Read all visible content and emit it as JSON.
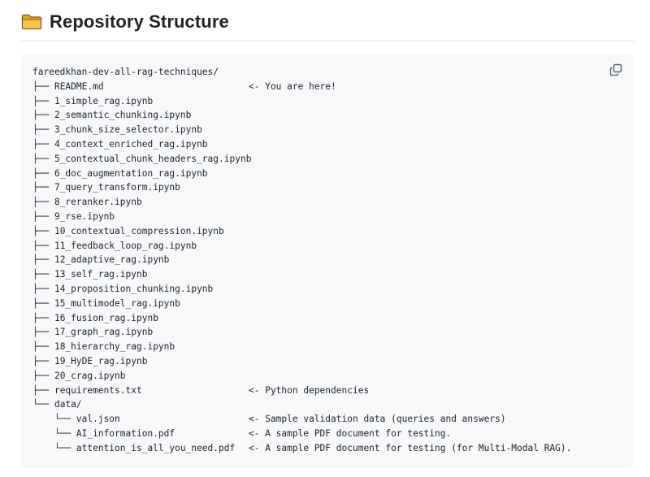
{
  "section": {
    "title": "Repository Structure",
    "icon": "folder-icon"
  },
  "code_block": {
    "copy_icon": "copy-icon",
    "root": "fareedkhan-dev-all-rag-techniques/",
    "entries": [
      {
        "prefix": "├── ",
        "name": "README.md",
        "note": "<- You are here!"
      },
      {
        "prefix": "├── ",
        "name": "1_simple_rag.ipynb",
        "note": ""
      },
      {
        "prefix": "├── ",
        "name": "2_semantic_chunking.ipynb",
        "note": ""
      },
      {
        "prefix": "├── ",
        "name": "3_chunk_size_selector.ipynb",
        "note": ""
      },
      {
        "prefix": "├── ",
        "name": "4_context_enriched_rag.ipynb",
        "note": ""
      },
      {
        "prefix": "├── ",
        "name": "5_contextual_chunk_headers_rag.ipynb",
        "note": ""
      },
      {
        "prefix": "├── ",
        "name": "6_doc_augmentation_rag.ipynb",
        "note": ""
      },
      {
        "prefix": "├── ",
        "name": "7_query_transform.ipynb",
        "note": ""
      },
      {
        "prefix": "├── ",
        "name": "8_reranker.ipynb",
        "note": ""
      },
      {
        "prefix": "├── ",
        "name": "9_rse.ipynb",
        "note": ""
      },
      {
        "prefix": "├── ",
        "name": "10_contextual_compression.ipynb",
        "note": ""
      },
      {
        "prefix": "├── ",
        "name": "11_feedback_loop_rag.ipynb",
        "note": ""
      },
      {
        "prefix": "├── ",
        "name": "12_adaptive_rag.ipynb",
        "note": ""
      },
      {
        "prefix": "├── ",
        "name": "13_self_rag.ipynb",
        "note": ""
      },
      {
        "prefix": "├── ",
        "name": "14_proposition_chunking.ipynb",
        "note": ""
      },
      {
        "prefix": "├── ",
        "name": "15_multimodel_rag.ipynb",
        "note": ""
      },
      {
        "prefix": "├── ",
        "name": "16_fusion_rag.ipynb",
        "note": ""
      },
      {
        "prefix": "├── ",
        "name": "17_graph_rag.ipynb",
        "note": ""
      },
      {
        "prefix": "├── ",
        "name": "18_hierarchy_rag.ipynb",
        "note": ""
      },
      {
        "prefix": "├── ",
        "name": "19_HyDE_rag.ipynb",
        "note": ""
      },
      {
        "prefix": "├── ",
        "name": "20_crag.ipynb",
        "note": ""
      },
      {
        "prefix": "├── ",
        "name": "requirements.txt",
        "note": "<- Python dependencies"
      },
      {
        "prefix": "└── ",
        "name": "data/",
        "note": ""
      },
      {
        "prefix": "    └── ",
        "name": "val.json",
        "note": "<- Sample validation data (queries and answers)"
      },
      {
        "prefix": "    └── ",
        "name": "AI_information.pdf",
        "note": "<- A sample PDF document for testing."
      },
      {
        "prefix": "    └── ",
        "name": "attention_is_all_you_need.pdf",
        "note": "<- A sample PDF document for testing (for Multi-Modal RAG)."
      }
    ]
  }
}
